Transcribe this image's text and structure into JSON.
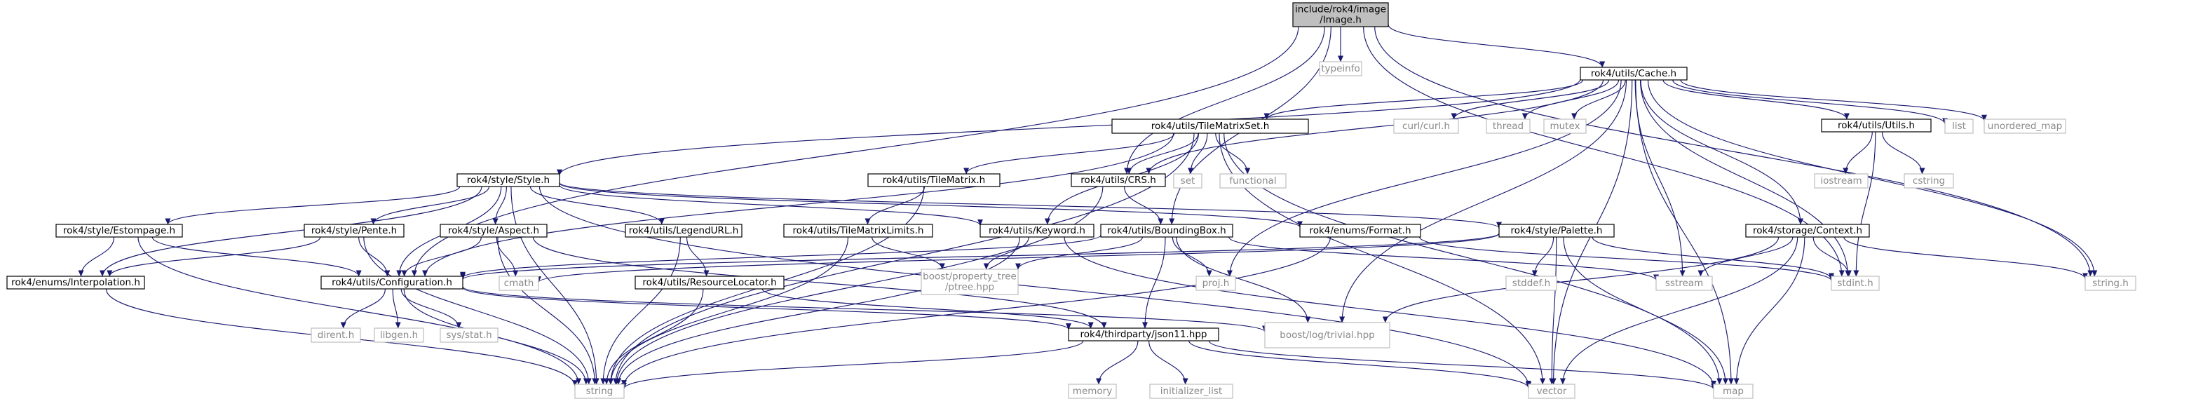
{
  "colors": {
    "edge": "#191970",
    "node_text": "#000000",
    "ghost_text": "#8a8a8a",
    "ghost_border": "#bfbfbf",
    "node_border": "#000000",
    "root_fill": "#bfbfbf",
    "background": "#ffffff"
  },
  "nodes": [
    {
      "id": "image",
      "lines": [
        "include/rok4/image",
        "/Image.h"
      ],
      "kind": "root"
    },
    {
      "id": "typeinfo",
      "lines": [
        "typeinfo"
      ],
      "kind": "ghost"
    },
    {
      "id": "cache",
      "lines": [
        "rok4/utils/Cache.h"
      ],
      "kind": "normal"
    },
    {
      "id": "tms",
      "lines": [
        "rok4/utils/TileMatrixSet.h"
      ],
      "kind": "normal"
    },
    {
      "id": "curl",
      "lines": [
        "curl/curl.h"
      ],
      "kind": "ghost"
    },
    {
      "id": "thread",
      "lines": [
        "thread"
      ],
      "kind": "ghost"
    },
    {
      "id": "mutex",
      "lines": [
        "mutex"
      ],
      "kind": "ghost"
    },
    {
      "id": "utils",
      "lines": [
        "rok4/utils/Utils.h"
      ],
      "kind": "normal"
    },
    {
      "id": "list",
      "lines": [
        "list"
      ],
      "kind": "ghost"
    },
    {
      "id": "umap",
      "lines": [
        "unordered_map"
      ],
      "kind": "ghost"
    },
    {
      "id": "style",
      "lines": [
        "rok4/style/Style.h"
      ],
      "kind": "normal"
    },
    {
      "id": "tilematrix",
      "lines": [
        "rok4/utils/TileMatrix.h"
      ],
      "kind": "normal"
    },
    {
      "id": "crs",
      "lines": [
        "rok4/utils/CRS.h"
      ],
      "kind": "normal"
    },
    {
      "id": "set",
      "lines": [
        "set"
      ],
      "kind": "ghost"
    },
    {
      "id": "functional",
      "lines": [
        "functional"
      ],
      "kind": "ghost"
    },
    {
      "id": "iostream",
      "lines": [
        "iostream"
      ],
      "kind": "ghost"
    },
    {
      "id": "cstring",
      "lines": [
        "cstring"
      ],
      "kind": "ghost"
    },
    {
      "id": "estompage",
      "lines": [
        "rok4/style/Estompage.h"
      ],
      "kind": "normal"
    },
    {
      "id": "pente",
      "lines": [
        "rok4/style/Pente.h"
      ],
      "kind": "normal"
    },
    {
      "id": "aspect",
      "lines": [
        "rok4/style/Aspect.h"
      ],
      "kind": "normal"
    },
    {
      "id": "legend",
      "lines": [
        "rok4/utils/LegendURL.h"
      ],
      "kind": "normal"
    },
    {
      "id": "tmlimits",
      "lines": [
        "rok4/utils/TileMatrixLimits.h"
      ],
      "kind": "normal"
    },
    {
      "id": "keyword",
      "lines": [
        "rok4/utils/Keyword.h"
      ],
      "kind": "normal"
    },
    {
      "id": "bbox",
      "lines": [
        "rok4/utils/BoundingBox.h"
      ],
      "kind": "normal"
    },
    {
      "id": "format",
      "lines": [
        "rok4/enums/Format.h"
      ],
      "kind": "normal"
    },
    {
      "id": "palette",
      "lines": [
        "rok4/style/Palette.h"
      ],
      "kind": "normal"
    },
    {
      "id": "context",
      "lines": [
        "rok4/storage/Context.h"
      ],
      "kind": "normal"
    },
    {
      "id": "interp",
      "lines": [
        "rok4/enums/Interpolation.h"
      ],
      "kind": "normal"
    },
    {
      "id": "config",
      "lines": [
        "rok4/utils/Configuration.h"
      ],
      "kind": "normal"
    },
    {
      "id": "cmath",
      "lines": [
        "cmath"
      ],
      "kind": "ghost"
    },
    {
      "id": "resloc",
      "lines": [
        "rok4/utils/ResourceLocator.h"
      ],
      "kind": "normal"
    },
    {
      "id": "ptree",
      "lines": [
        "boost/property_tree",
        "/ptree.hpp"
      ],
      "kind": "ghost"
    },
    {
      "id": "projh",
      "lines": [
        "proj.h"
      ],
      "kind": "ghost"
    },
    {
      "id": "stddef",
      "lines": [
        "stddef.h"
      ],
      "kind": "ghost"
    },
    {
      "id": "sstream",
      "lines": [
        "sstream"
      ],
      "kind": "ghost"
    },
    {
      "id": "stdint",
      "lines": [
        "stdint.h"
      ],
      "kind": "ghost"
    },
    {
      "id": "stringh",
      "lines": [
        "string.h"
      ],
      "kind": "ghost"
    },
    {
      "id": "dirent",
      "lines": [
        "dirent.h"
      ],
      "kind": "ghost"
    },
    {
      "id": "libgen",
      "lines": [
        "libgen.h"
      ],
      "kind": "ghost"
    },
    {
      "id": "sysstat",
      "lines": [
        "sys/stat.h"
      ],
      "kind": "ghost"
    },
    {
      "id": "json",
      "lines": [
        "rok4/thirdparty/json11.hpp"
      ],
      "kind": "normal"
    },
    {
      "id": "trivial",
      "lines": [
        "boost/log/trivial.hpp"
      ],
      "kind": "ghost"
    },
    {
      "id": "memory",
      "lines": [
        "memory"
      ],
      "kind": "ghost"
    },
    {
      "id": "initlist",
      "lines": [
        "initializer_list"
      ],
      "kind": "ghost"
    },
    {
      "id": "string",
      "lines": [
        "string"
      ],
      "kind": "ghost"
    },
    {
      "id": "vector",
      "lines": [
        "vector"
      ],
      "kind": "ghost"
    },
    {
      "id": "map",
      "lines": [
        "map"
      ],
      "kind": "ghost"
    }
  ],
  "edges": [
    [
      "image",
      "typeinfo"
    ],
    [
      "image",
      "cache"
    ],
    [
      "image",
      "crs"
    ],
    [
      "image",
      "bbox"
    ],
    [
      "image",
      "config"
    ],
    [
      "image",
      "stdint"
    ],
    [
      "image",
      "stringh"
    ],
    [
      "cache",
      "tms"
    ],
    [
      "cache",
      "style"
    ],
    [
      "cache",
      "crs"
    ],
    [
      "cache",
      "curl"
    ],
    [
      "cache",
      "thread"
    ],
    [
      "cache",
      "mutex"
    ],
    [
      "cache",
      "utils"
    ],
    [
      "cache",
      "list"
    ],
    [
      "cache",
      "umap"
    ],
    [
      "cache",
      "context"
    ],
    [
      "cache",
      "trivial"
    ],
    [
      "cache",
      "projh"
    ],
    [
      "cache",
      "sstream"
    ],
    [
      "cache",
      "stdint"
    ],
    [
      "cache",
      "stringh"
    ],
    [
      "cache",
      "vector"
    ],
    [
      "cache",
      "map"
    ],
    [
      "tms",
      "tilematrix"
    ],
    [
      "tms",
      "crs"
    ],
    [
      "tms",
      "set"
    ],
    [
      "tms",
      "functional"
    ],
    [
      "tms",
      "keyword"
    ],
    [
      "tms",
      "config"
    ],
    [
      "tms",
      "string"
    ],
    [
      "tms",
      "vector"
    ],
    [
      "tms",
      "map"
    ],
    [
      "utils",
      "iostream"
    ],
    [
      "utils",
      "cstring"
    ],
    [
      "utils",
      "stdint"
    ],
    [
      "style",
      "estompage"
    ],
    [
      "style",
      "pente"
    ],
    [
      "style",
      "aspect"
    ],
    [
      "style",
      "legend"
    ],
    [
      "style",
      "keyword"
    ],
    [
      "style",
      "palette"
    ],
    [
      "style",
      "format"
    ],
    [
      "style",
      "interp"
    ],
    [
      "style",
      "config"
    ],
    [
      "style",
      "string"
    ],
    [
      "style",
      "vector"
    ],
    [
      "tilematrix",
      "tmlimits"
    ],
    [
      "tilematrix",
      "string"
    ],
    [
      "crs",
      "bbox"
    ],
    [
      "crs",
      "string"
    ],
    [
      "tmlimits",
      "ptree"
    ],
    [
      "tmlimits",
      "string"
    ],
    [
      "estompage",
      "interp"
    ],
    [
      "estompage",
      "config"
    ],
    [
      "estompage",
      "string"
    ],
    [
      "pente",
      "config"
    ],
    [
      "pente",
      "string"
    ],
    [
      "pente",
      "interp"
    ],
    [
      "aspect",
      "config"
    ],
    [
      "aspect",
      "cmath"
    ],
    [
      "aspect",
      "string"
    ],
    [
      "aspect",
      "json"
    ],
    [
      "legend",
      "resloc"
    ],
    [
      "legend",
      "string"
    ],
    [
      "keyword",
      "ptree"
    ],
    [
      "keyword",
      "string"
    ],
    [
      "keyword",
      "map"
    ],
    [
      "bbox",
      "json"
    ],
    [
      "bbox",
      "trivial"
    ],
    [
      "bbox",
      "sstream"
    ],
    [
      "bbox",
      "projh"
    ],
    [
      "bbox",
      "ptree"
    ],
    [
      "bbox",
      "config"
    ],
    [
      "format",
      "string"
    ],
    [
      "format",
      "stdint"
    ],
    [
      "palette",
      "stddef"
    ],
    [
      "palette",
      "stdint"
    ],
    [
      "palette",
      "vector"
    ],
    [
      "palette",
      "map"
    ],
    [
      "palette",
      "cmath"
    ],
    [
      "palette",
      "config"
    ],
    [
      "context",
      "sstream"
    ],
    [
      "context",
      "stdint"
    ],
    [
      "context",
      "trivial"
    ],
    [
      "context",
      "stringh"
    ],
    [
      "context",
      "vector"
    ],
    [
      "context",
      "map"
    ],
    [
      "interp",
      "string"
    ],
    [
      "config",
      "dirent"
    ],
    [
      "config",
      "libgen"
    ],
    [
      "config",
      "sysstat"
    ],
    [
      "config",
      "json"
    ],
    [
      "config",
      "trivial"
    ],
    [
      "config",
      "string"
    ],
    [
      "resloc",
      "json"
    ],
    [
      "resloc",
      "string"
    ],
    [
      "json",
      "memory"
    ],
    [
      "json",
      "initlist"
    ],
    [
      "json",
      "string"
    ],
    [
      "json",
      "vector"
    ],
    [
      "json",
      "map"
    ]
  ]
}
